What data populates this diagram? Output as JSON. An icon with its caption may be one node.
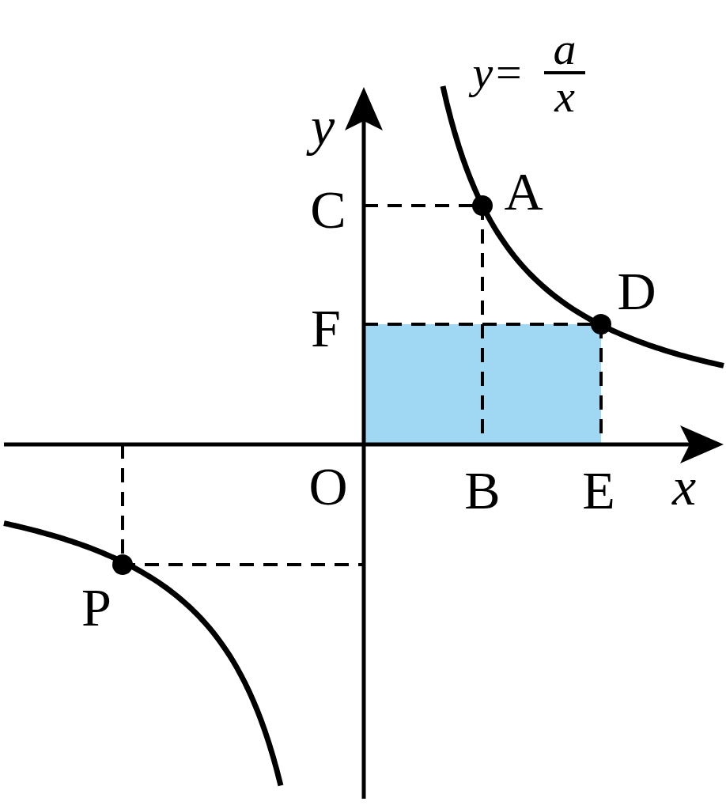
{
  "diagram": {
    "labels": [
      "y=",
      "a",
      "x",
      "y",
      "C",
      "A",
      "D",
      "F",
      "O",
      "B",
      "E",
      "x",
      "P"
    ]
  }
}
